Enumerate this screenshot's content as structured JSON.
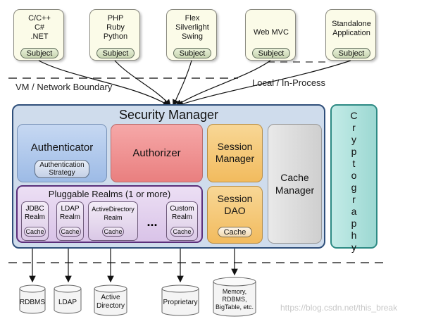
{
  "clients": [
    {
      "label": "C/C++\nC#\n.NET",
      "subject": "Subject"
    },
    {
      "label": "PHP\nRuby\nPython",
      "subject": "Subject"
    },
    {
      "label": "Flex\nSilverlight\nSwing",
      "subject": "Subject"
    },
    {
      "label": "Web MVC",
      "subject": "Subject"
    },
    {
      "label": "Standalone\nApplication",
      "subject": "Subject"
    }
  ],
  "boundaries": {
    "vm_network": "VM / Network Boundary",
    "local": "Local / In-Process"
  },
  "security_manager": {
    "title": "Security Manager",
    "authenticator": {
      "title": "Authenticator",
      "strategy": "Authentication\nStrategy"
    },
    "authorizer": {
      "title": "Authorizer"
    },
    "session_manager": {
      "title": "Session\nManager"
    },
    "session_dao": {
      "title": "Session\nDAO",
      "cache": "Cache"
    },
    "cache_manager": {
      "title": "Cache\nManager"
    },
    "realms": {
      "title": "Pluggable Realms (1 or more)",
      "items": [
        {
          "label": "JDBC\nRealm",
          "cache": "Cache"
        },
        {
          "label": "LDAP\nRealm",
          "cache": "Cache"
        },
        {
          "label": "ActiveDirectory\nRealm",
          "cache": "Cache"
        },
        {
          "label": "Custom\nRealm",
          "cache": "Cache"
        }
      ],
      "ellipsis": "..."
    }
  },
  "cryptography": {
    "letters": [
      "C",
      "r",
      "y",
      "p",
      "t",
      "o",
      "g",
      "r",
      "a",
      "p",
      "h",
      "y"
    ]
  },
  "datastores": [
    {
      "label": "RDBMS"
    },
    {
      "label": "LDAP"
    },
    {
      "label": "Active\nDirectory"
    },
    {
      "label": "Proprietary"
    },
    {
      "label": "Memory,\nRDBMS,\nBigTable, etc."
    }
  ],
  "watermark": "https://blog.csdn.net/this_break",
  "colors": {
    "security_manager_fill": "#cfdcec",
    "authenticator": "#a9c4ea",
    "authorizer": "#ef8f8f",
    "session": "#f6c877",
    "cache_manager": "#dcdcdc",
    "realms": "#e4d3ef",
    "cryptography": "#a9e0db"
  }
}
